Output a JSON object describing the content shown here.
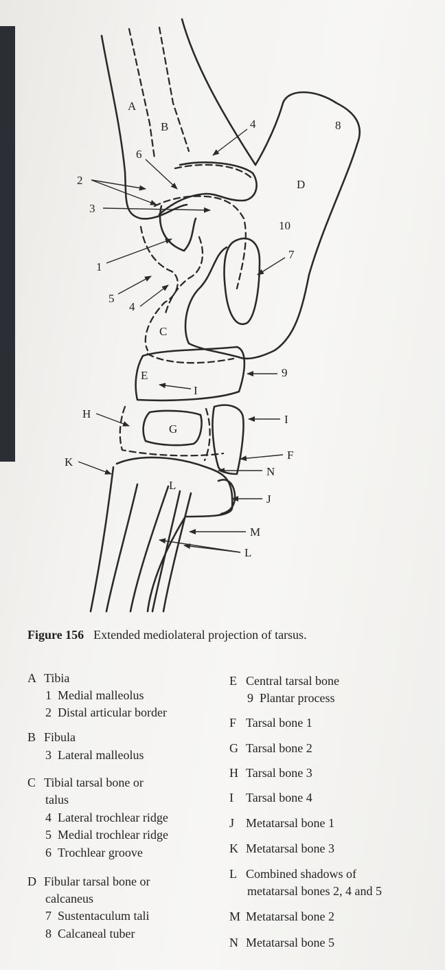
{
  "diagram": {
    "labels": {
      "A": "A",
      "B": "B",
      "C": "C",
      "D": "D",
      "E": "E",
      "G": "G",
      "L_inner": "L",
      "n1": "1",
      "n2": "2",
      "n3": "3",
      "n4_top": "4",
      "n4_low": "4",
      "n5": "5",
      "n6": "6",
      "n7": "7",
      "n8": "8",
      "n9": "9",
      "n10": "10",
      "H": "H",
      "K": "K",
      "I_inner": "I",
      "I_right": "I",
      "F": "F",
      "N": "N",
      "J": "J",
      "M": "M",
      "L_right": "L"
    }
  },
  "caption": {
    "number": "Figure 156",
    "text": "Extended mediolateral projection of tarsus."
  },
  "legend_left": [
    {
      "code": "A",
      "name": "Tibia"
    },
    {
      "num": "1",
      "name": "Medial malleolus"
    },
    {
      "num": "2",
      "name": "Distal articular border"
    },
    {
      "code": "B",
      "name": "Fibula"
    },
    {
      "num": "3",
      "name": "Lateral malleolus"
    },
    {
      "code": "C",
      "name": "Tibial tarsal bone or"
    },
    {
      "cont": "talus"
    },
    {
      "num": "4",
      "name": "Lateral trochlear ridge"
    },
    {
      "num": "5",
      "name": "Medial trochlear ridge"
    },
    {
      "num": "6",
      "name": "Trochlear groove"
    },
    {
      "code": "D",
      "name": "Fibular tarsal bone or"
    },
    {
      "cont": "calcaneus"
    },
    {
      "num": "7",
      "name": "Sustentaculum tali"
    },
    {
      "num": "8",
      "name": "Calcaneal tuber"
    }
  ],
  "legend_right": [
    {
      "code": "E",
      "name": "Central tarsal bone"
    },
    {
      "num": "9",
      "name": "Plantar process"
    },
    {
      "code": "F",
      "name": "Tarsal bone 1"
    },
    {
      "code": "G",
      "name": "Tarsal bone 2"
    },
    {
      "code": "H",
      "name": "Tarsal bone 3"
    },
    {
      "code": "I",
      "name": "Tarsal bone 4"
    },
    {
      "code": "J",
      "name": "Metatarsal bone 1"
    },
    {
      "code": "K",
      "name": "Metatarsal bone 3"
    },
    {
      "code": "L",
      "name": "Combined shadows of"
    },
    {
      "cont": "metatarsal bones 2, 4 and 5"
    },
    {
      "code": "M",
      "name": "Metatarsal bone 2"
    },
    {
      "code": "N",
      "name": "Metatarsal bone 5"
    }
  ]
}
